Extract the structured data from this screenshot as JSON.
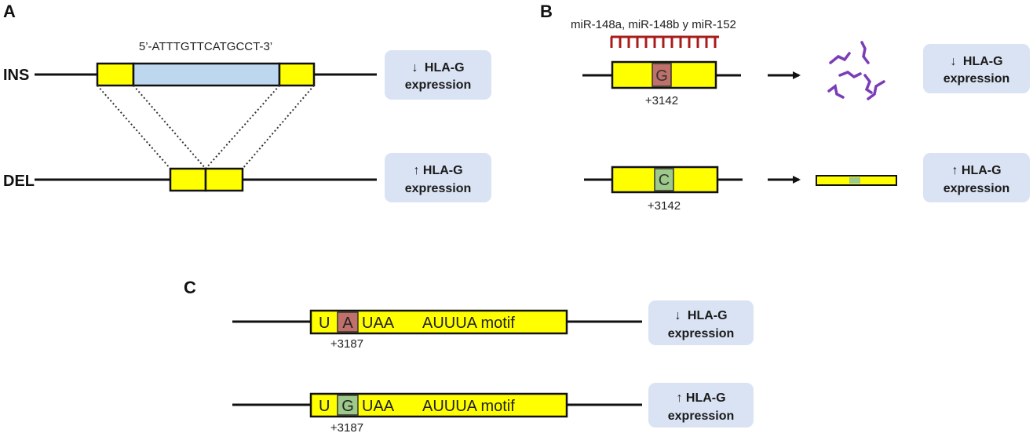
{
  "panels": {
    "a": {
      "letter": "A",
      "sequence": "5’-ATTTGTTCATGCCT-3’",
      "ins_label": "INS",
      "del_label": "DEL",
      "ins_result": {
        "arrow": "↓",
        "line1": "HLA-G",
        "line2": "expression"
      },
      "del_result": {
        "arrow": "↑",
        "line1": "HLA-G",
        "line2": "expression"
      }
    },
    "b": {
      "letter": "B",
      "mirna_label": "miR-148a, miR-148b y miR-152",
      "g_base": "G",
      "c_base": "C",
      "position_g": "+3142",
      "position_c": "+3142",
      "g_result": {
        "arrow": "↓",
        "line1": "HLA-G",
        "line2": "expression"
      },
      "c_result": {
        "arrow": "↑",
        "line1": "HLA-G",
        "line2": "expression"
      }
    },
    "c": {
      "letter": "C",
      "row1": {
        "u": "U",
        "base": "A",
        "uaa": "UAA",
        "motif": "AUUUA motif",
        "position": "+3187"
      },
      "row2": {
        "u": "U",
        "base": "G",
        "uaa": "UAA",
        "motif": "AUUUA motif",
        "position": "+3187"
      },
      "a_result": {
        "arrow": "↓",
        "line1": "HLA-G",
        "line2": "expression"
      },
      "g_result": {
        "arrow": "↑",
        "line1": "HLA-G",
        "line2": "expression"
      }
    }
  },
  "colors": {
    "exon_yellow": "#ffff00",
    "insert_blue": "#bdd7ee",
    "result_box": "#dae3f3",
    "variant_red": "#c0706a",
    "variant_green": "#9dc98a",
    "mirna_red": "#a81c1c",
    "fragment_purple": "#7a3cb8"
  }
}
